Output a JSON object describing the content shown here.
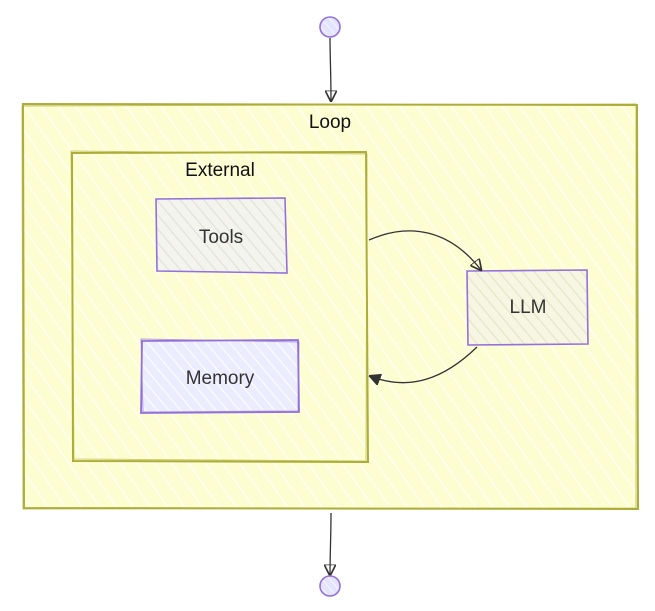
{
  "diagram": {
    "groups": {
      "loop": {
        "label": "Loop"
      },
      "external": {
        "label": "External"
      }
    },
    "nodes": {
      "tools": {
        "label": "Tools"
      },
      "memory": {
        "label": "Memory"
      },
      "llm": {
        "label": "LLM"
      }
    },
    "edges": [
      {
        "from": "start",
        "to": "loop"
      },
      {
        "from": "external",
        "to": "llm"
      },
      {
        "from": "llm",
        "to": "external"
      },
      {
        "from": "loop",
        "to": "end"
      }
    ]
  },
  "colors": {
    "group_fill": "#fdfdd2",
    "group_stroke": "#adad3a",
    "node_fill": "#ececec",
    "node_stroke": "#9370db",
    "memory_fill": "#ececff",
    "circle_fill": "#ececff",
    "edge": "#333333",
    "hatch": "#ffffff"
  }
}
